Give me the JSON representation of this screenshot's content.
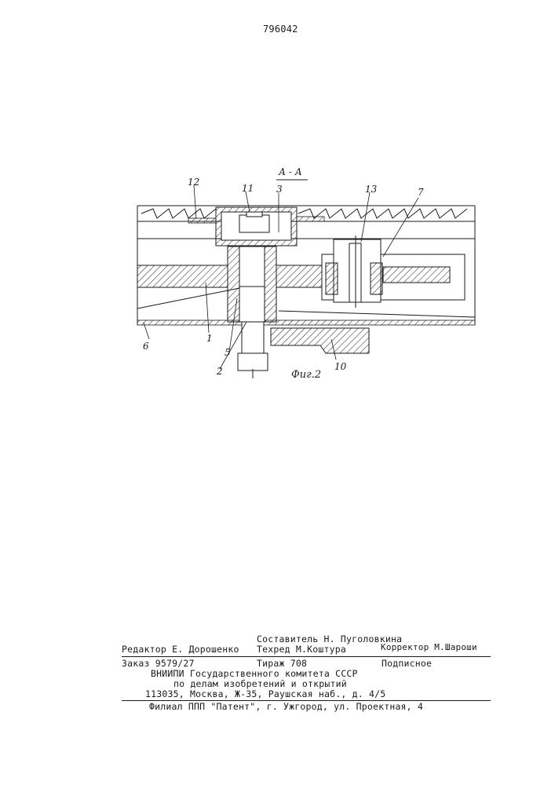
{
  "patent_number": "796042",
  "figure": {
    "section_label": "А - А",
    "caption": "Фиг.2",
    "callouts": [
      "12",
      "11",
      "3",
      "13",
      "7",
      "1",
      "6",
      "5",
      "2",
      "10"
    ]
  },
  "colophon": {
    "compiler": "Составитель Н. Пуголовкина",
    "editor": "Редактор  Е. Дорошенко",
    "techred": "Техред М.Коштура",
    "corrector": "Корректор М.Шароши",
    "order": "Заказ 9579/27",
    "print_run": "Тираж 708",
    "subscription": "Подписное",
    "org_line1": "ВНИИПИ Государственного комитета СССР",
    "org_line2": "по делам изобретений и открытий",
    "address": "113035, Москва, Ж-35, Раушская наб., д. 4/5",
    "branch": "Филиал ППП \"Патент\", г. Ужгород, ул. Проектная, 4"
  }
}
